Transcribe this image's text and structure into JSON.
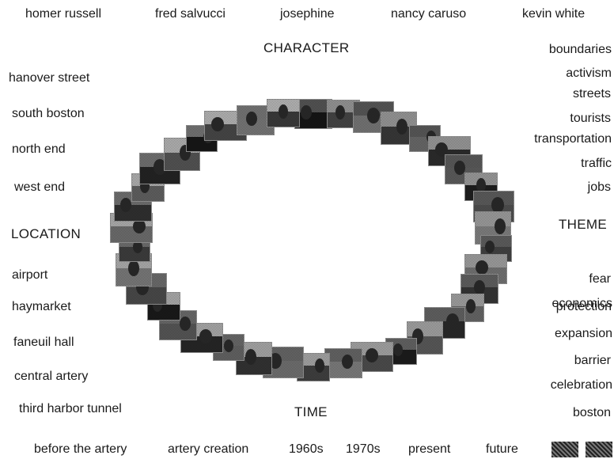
{
  "headers": {
    "character": "CHARACTER",
    "location": "LOCATION",
    "theme": "THEME",
    "time": "TIME"
  },
  "characters": [
    "homer russell",
    "fred salvucci",
    "josephine",
    "nancy caruso",
    "kevin white"
  ],
  "locations": [
    "hanover street",
    "south boston",
    "north end",
    "west end",
    "airport",
    "haymarket",
    "faneuil hall",
    "central artery",
    "third harbor tunnel"
  ],
  "themes": [
    "boundaries",
    "activism",
    "streets",
    "tourists",
    "transportation",
    "traffic",
    "jobs",
    "fear",
    "economics",
    "protection",
    "expansion",
    "barrier",
    "celebration",
    "boston"
  ],
  "times": [
    "before the artery",
    "artery creation",
    "1960s",
    "1970s",
    "present",
    "future"
  ],
  "nav": {
    "prev_icon": "dithered-arrow-left-icon",
    "next_icon": "dithered-arrow-right-icon"
  },
  "photo_count": 38
}
